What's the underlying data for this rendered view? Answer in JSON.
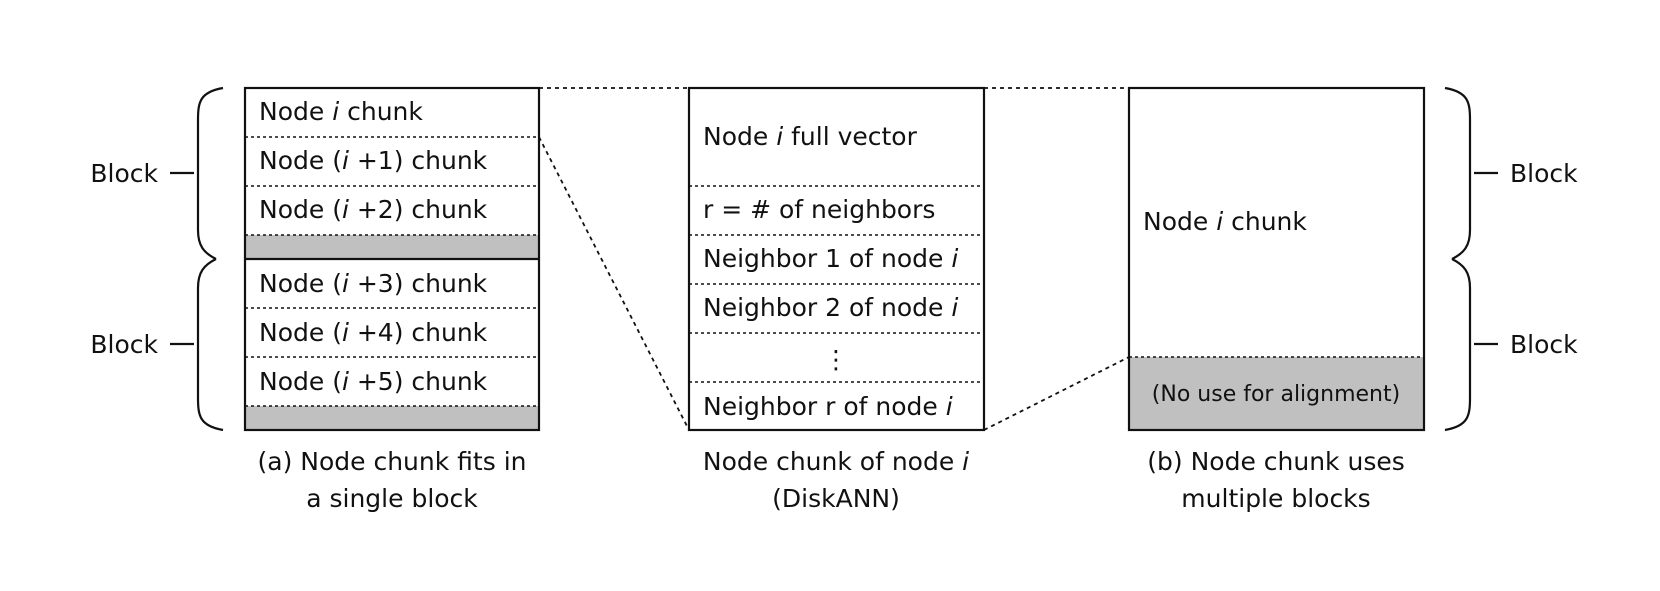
{
  "panel_a": {
    "block_label_top": "Block",
    "block_label_bottom": "Block",
    "chunks": [
      {
        "pre": "Node ",
        "var": "i",
        "post": " chunk"
      },
      {
        "pre": "Node (",
        "var": "i",
        "post": " +1) chunk"
      },
      {
        "pre": "Node (",
        "var": "i",
        "post": " +2) chunk"
      },
      {
        "pre": "Node (",
        "var": "i",
        "post": " +3) chunk"
      },
      {
        "pre": "Node (",
        "var": "i",
        "post": " +4) chunk"
      },
      {
        "pre": "Node (",
        "var": "i",
        "post": " +5) chunk"
      }
    ],
    "caption_line1": "(a) Node chunk fits in",
    "caption_line2": "a single block"
  },
  "panel_middle": {
    "rows": [
      {
        "pre": "Node ",
        "var": "i",
        "post": " full vector"
      },
      {
        "pre": "r = # of neighbors",
        "var": "",
        "post": ""
      },
      {
        "pre": "Neighbor 1 of node ",
        "var": "i",
        "post": ""
      },
      {
        "pre": "Neighbor 2 of node ",
        "var": "i",
        "post": ""
      },
      {
        "pre": "⋮",
        "var": "",
        "post": ""
      },
      {
        "pre": "Neighbor r of node ",
        "var": "i",
        "post": ""
      }
    ],
    "caption_line1_pre": "Node chunk of node ",
    "caption_line1_var": "i",
    "caption_line2": "(DiskANN)"
  },
  "panel_b": {
    "chunk": {
      "pre": "Node ",
      "var": "i",
      "post": " chunk"
    },
    "padding_label": "(No use for alignment)",
    "block_label_top": "Block",
    "block_label_bottom": "Block",
    "caption_line1": "(b) Node chunk uses",
    "caption_line2": "multiple blocks"
  },
  "colors": {
    "padding_fill": "#c0c0c0",
    "line": "#111111",
    "background": "#ffffff"
  }
}
